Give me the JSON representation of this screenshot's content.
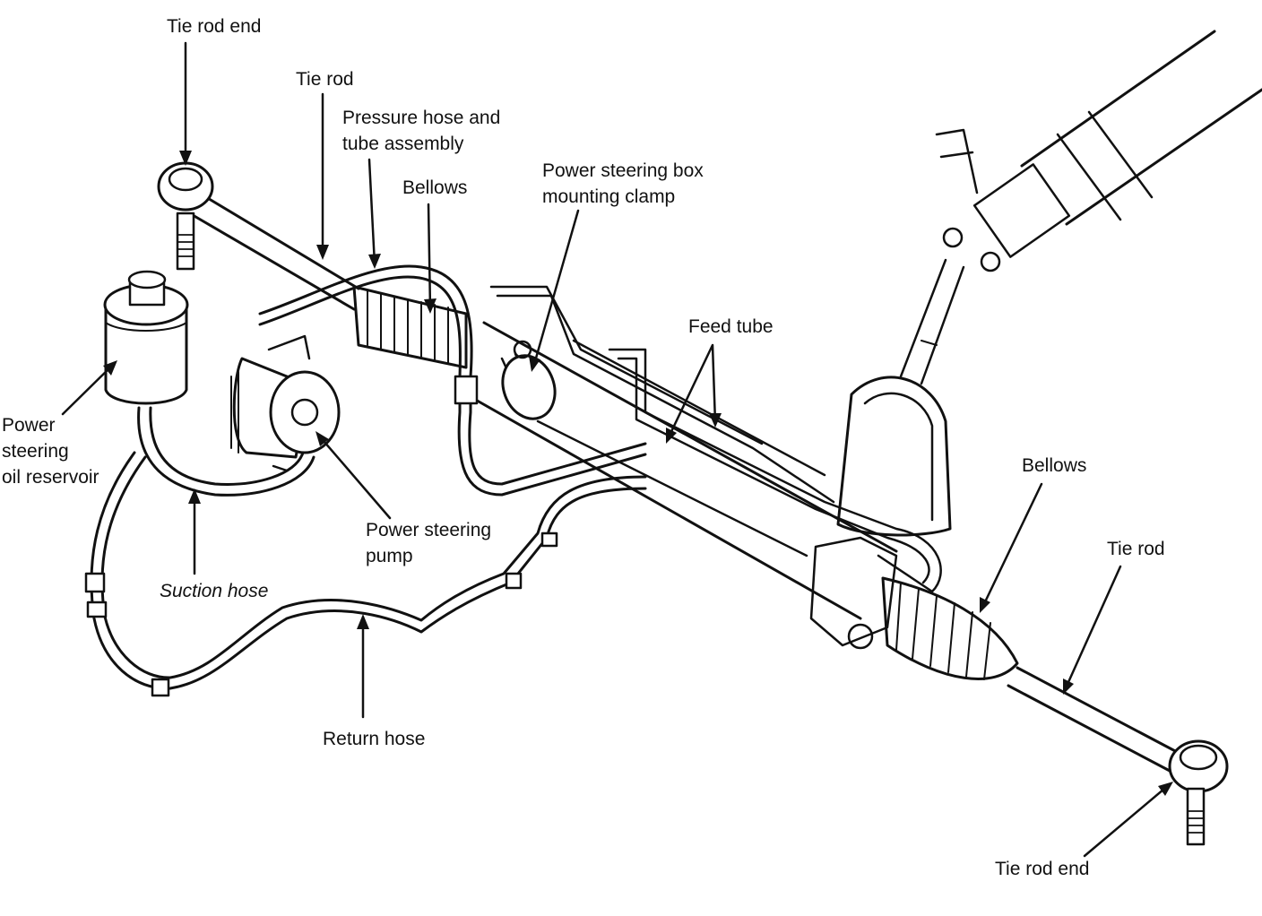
{
  "diagram": {
    "labels": {
      "tie_rod_end_left": "Tie rod end",
      "tie_rod_left": "Tie rod",
      "pressure_hose": "Pressure hose and\ntube assembly",
      "bellows_left": "Bellows",
      "mounting_clamp": "Power steering box\nmounting clamp",
      "feed_tube": "Feed tube",
      "reservoir": "Power\nsteering\noil reservoir",
      "pump": "Power steering\npump",
      "suction_hose": "Suction hose",
      "return_hose": "Return hose",
      "bellows_right": "Bellows",
      "tie_rod_right": "Tie rod",
      "tie_rod_end_right": "Tie rod end"
    },
    "colors": {
      "ink": "#111111",
      "background": "#ffffff"
    }
  }
}
